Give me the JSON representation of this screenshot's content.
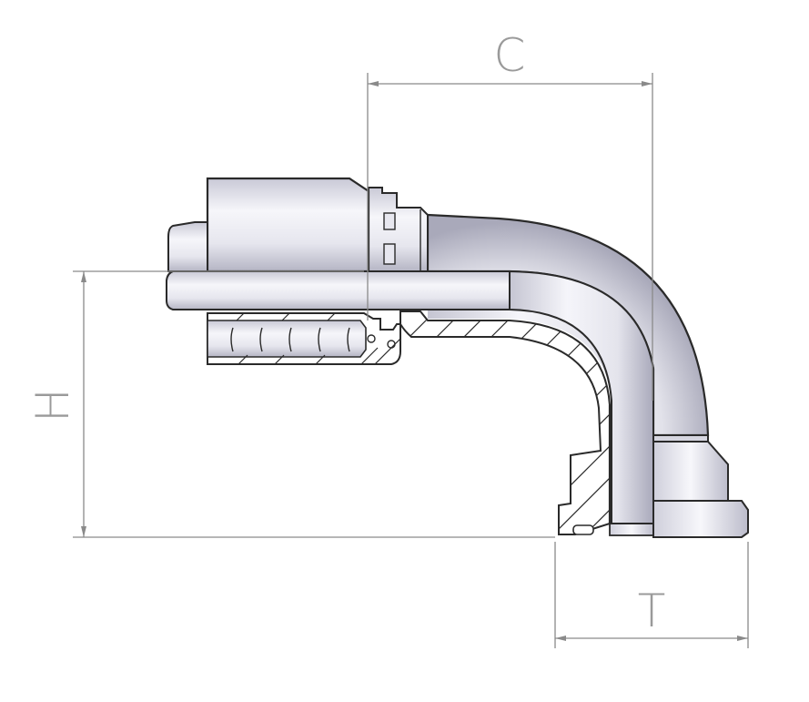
{
  "diagram": {
    "dimensions": [
      {
        "id": "C",
        "label": "C"
      },
      {
        "id": "H",
        "label": "H"
      },
      {
        "id": "T",
        "label": "T"
      }
    ],
    "colors": {
      "background": "#ffffff",
      "outline": "#2a2a2a",
      "dimension": "#8a8a8a",
      "metal_light": "#f4f4f8",
      "metal_dark": "#b9b9c8"
    }
  }
}
